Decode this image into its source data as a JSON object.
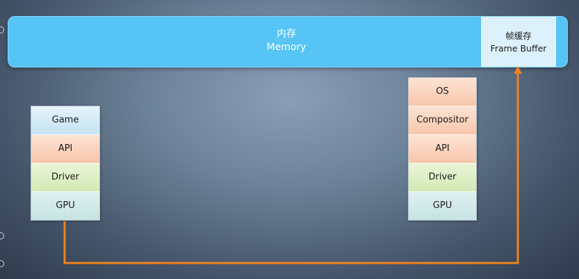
{
  "memory": {
    "label_cn": "内存",
    "label_en": "Memory"
  },
  "frame_buffer": {
    "label_cn": "帧缓存",
    "label_en": "Frame Buffer"
  },
  "left_stack": [
    "Game",
    "API",
    "Driver",
    "GPU"
  ],
  "right_stack": [
    "OS",
    "Compositor",
    "API",
    "Driver",
    "GPU"
  ],
  "colors": {
    "memory": "#56c4f5",
    "arrow": "#f0821e"
  }
}
